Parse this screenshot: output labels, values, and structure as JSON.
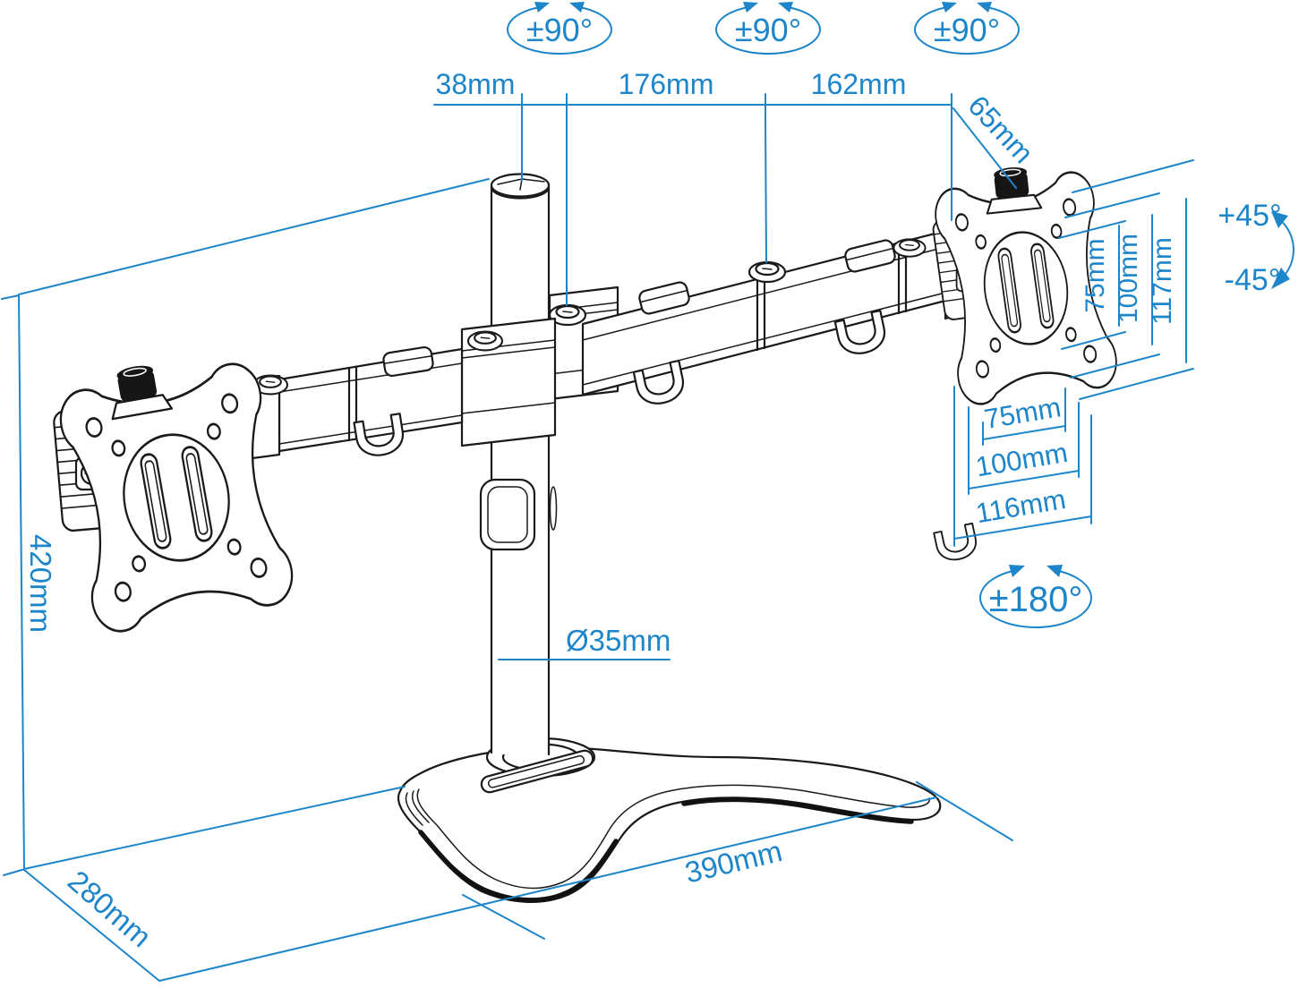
{
  "figure": {
    "description": "Dual monitor desk stand dimensional line drawing"
  },
  "colors": {
    "dimension_blue": "#1d85c9",
    "line_ink": "#1a1a1a",
    "background": "#ffffff"
  },
  "rotations": {
    "swivel_left": "±90°",
    "swivel_mid": "±90°",
    "swivel_right": "±90°",
    "tilt_up": "+45°",
    "tilt_down": "-45°",
    "pan": "±180°"
  },
  "dimensions": {
    "pole_offset": "38mm",
    "arm_span_inner": "176mm",
    "arm_span_outer": "162mm",
    "vesa_offset": "65mm",
    "vesa_vertical_75": "75mm",
    "vesa_vertical_100": "100mm",
    "plate_height": "117mm",
    "vesa_horizontal_75": "75mm",
    "vesa_horizontal_100": "100mm",
    "plate_width": "116mm",
    "stand_height": "420mm",
    "pole_diameter": "Ø35mm",
    "base_depth": "280mm",
    "base_width": "390mm"
  }
}
